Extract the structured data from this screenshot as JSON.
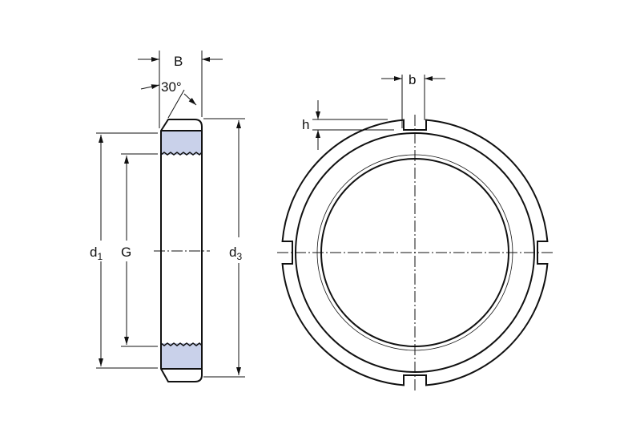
{
  "labels": {
    "B": "B",
    "angle": "30°",
    "d1": "d",
    "d1_sub": "1",
    "G": "G",
    "d3": "d",
    "d3_sub": "3",
    "b": "b",
    "h": "h"
  },
  "colors": {
    "fill": "#c9d1ea",
    "line": "#111111"
  }
}
